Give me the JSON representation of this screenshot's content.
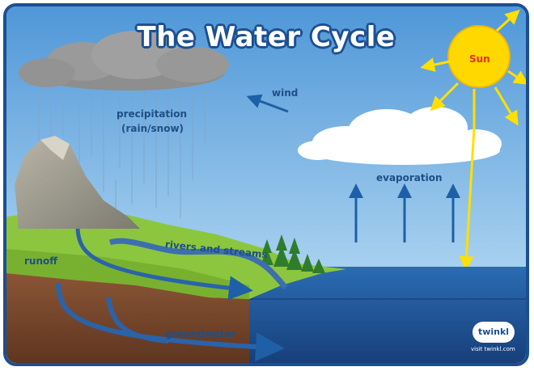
{
  "title": "The Water Cycle",
  "labels": {
    "sun": "Sun",
    "wind": "wind",
    "precipitation": "precipitation",
    "precipitation_sub": "(rain/snow)",
    "evaporation": "evaporation",
    "rivers": "rivers and streams",
    "runoff": "runoff",
    "groundwater": "groundwater"
  },
  "logo": {
    "name": "twinkl",
    "url": "visit twinkl.com"
  },
  "colors": {
    "frame": "#1c4f91",
    "sky_top": "#5aa0dc",
    "sky_bottom": "#bfe0f6",
    "sun": "#ffd800",
    "sea": "#1f5fa6",
    "grass": "#8cc63f",
    "soil": "#7a4a2e",
    "arrow": "#1f5fa6",
    "sun_arrow": "#ffe000",
    "label": "#1f4f86"
  }
}
